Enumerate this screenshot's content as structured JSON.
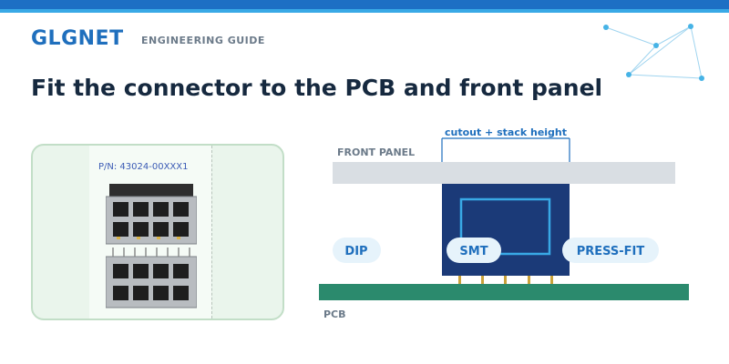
{
  "header": {
    "brand": "GLGNET",
    "subtitle": "ENGINEERING GUIDE"
  },
  "headline": "Fit the connector to the PCB and front panel",
  "photo": {
    "part_number": "P/N: 43024-00XXX1"
  },
  "diagram": {
    "dimension_label": "cutout + stack height",
    "front_panel_label": "FRONT PANEL",
    "pcb_label": "PCB",
    "mount_options": [
      "DIP",
      "SMT",
      "PRESS-FIT"
    ]
  },
  "colors": {
    "brand_blue": "#1f6fbd",
    "top_bar": "#1d6fc4",
    "connector_body": "#1b3a78",
    "connector_window": "#39a9e6",
    "pcb_green": "#2b8a6d",
    "panel_grey": "#d9dee3",
    "pill_bg": "#e6f3fb"
  }
}
